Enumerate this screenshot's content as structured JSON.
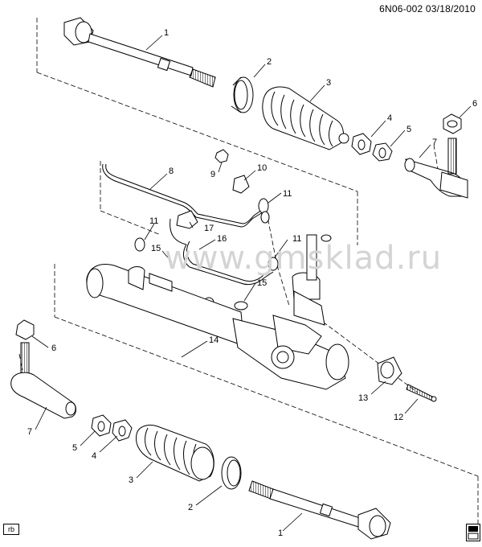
{
  "header": {
    "doc_id": "6N06-002 03/18/2010"
  },
  "watermark": "www.gmsklad.ru",
  "corner_tag": "rb",
  "callouts": [
    {
      "id": "c1a",
      "text": "1"
    },
    {
      "id": "c2a",
      "text": "2"
    },
    {
      "id": "c3a",
      "text": "3"
    },
    {
      "id": "c4a",
      "text": "4"
    },
    {
      "id": "c5a",
      "text": "5"
    },
    {
      "id": "c6a",
      "text": "6"
    },
    {
      "id": "c7a",
      "text": "7"
    },
    {
      "id": "c8",
      "text": "8"
    },
    {
      "id": "c9",
      "text": "9"
    },
    {
      "id": "c10",
      "text": "10"
    },
    {
      "id": "c11a",
      "text": "11"
    },
    {
      "id": "c11b",
      "text": "11"
    },
    {
      "id": "c11c",
      "text": "11"
    },
    {
      "id": "c15a",
      "text": "15"
    },
    {
      "id": "c16",
      "text": "16"
    },
    {
      "id": "c17",
      "text": "17"
    },
    {
      "id": "c15b",
      "text": "15"
    },
    {
      "id": "c14",
      "text": "14"
    },
    {
      "id": "c13",
      "text": "13"
    },
    {
      "id": "c12",
      "text": "12"
    },
    {
      "id": "c6b",
      "text": "6"
    },
    {
      "id": "c7b",
      "text": "7"
    },
    {
      "id": "c5b",
      "text": "5"
    },
    {
      "id": "c4b",
      "text": "4"
    },
    {
      "id": "c3b",
      "text": "3"
    },
    {
      "id": "c2b",
      "text": "2"
    },
    {
      "id": "c1b",
      "text": "1"
    }
  ]
}
